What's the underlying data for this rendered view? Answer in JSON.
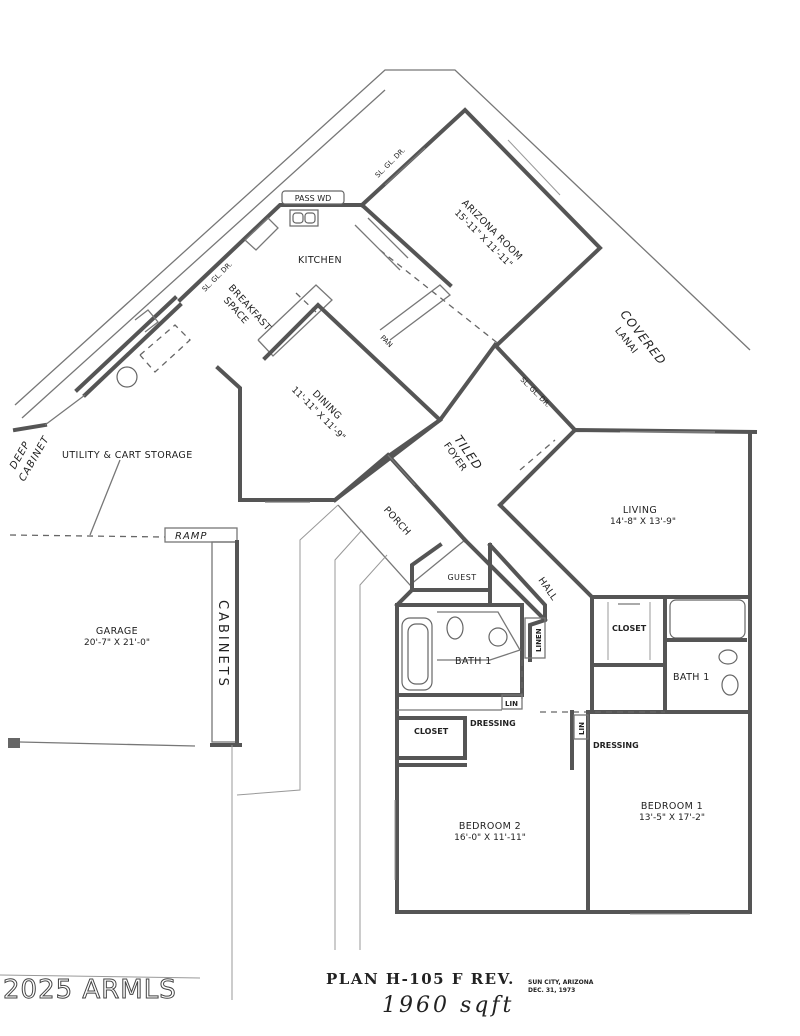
{
  "plan": {
    "title": "PLAN  H-105 F REV.",
    "location": "SUN CITY, ARIZONA",
    "date": "DEC. 31, 1973",
    "area_note": "1960 sqft",
    "watermark": "2025 ARMLS"
  },
  "rooms": {
    "arizona_room": {
      "name": "ARIZONA ROOM",
      "size": "15'-11\" X 11'-11\""
    },
    "kitchen": {
      "name": "KITCHEN"
    },
    "pass_wd": {
      "name": "PASS WD"
    },
    "breakfast": {
      "name_line1": "BREAKFAST",
      "name_line2": "SPACE"
    },
    "dining": {
      "name": "DINING",
      "size": "11'-11\" X 11'-9\""
    },
    "covered_lanai": {
      "name_line1": "COVERED",
      "name_line2": "LANAI"
    },
    "tiled_foyer": {
      "name_line1": "TILED",
      "name_line2": "FOYER"
    },
    "porch": {
      "name": "PORCH"
    },
    "living": {
      "name": "LIVING",
      "size": "14'-8\" X 13'-9\""
    },
    "utility": {
      "name": "UTILITY & CART STORAGE"
    },
    "deep_cabinet": {
      "name_line1": "DEEP",
      "name_line2": "CABINET"
    },
    "ramp": {
      "name": "RAMP"
    },
    "garage": {
      "name": "GARAGE",
      "size": "20'-7\" X 21'-0\""
    },
    "cabinets": {
      "name": "CABINETS"
    },
    "guest": {
      "name": "GUEST"
    },
    "hall": {
      "name": "HALL"
    },
    "linen": {
      "name": "LINEN"
    },
    "bath_left": {
      "name": "BATH 1"
    },
    "bath_right": {
      "name": "BATH 1"
    },
    "closet_right": {
      "name": "CLOSET"
    },
    "closet_left": {
      "name": "CLOSET"
    },
    "dressing_left": {
      "name": "DRESSING"
    },
    "dressing_right": {
      "name": "DRESSING"
    },
    "lin_left": {
      "name": "LIN"
    },
    "lin_right": {
      "name": "LIN"
    },
    "bedroom2": {
      "name": "BEDROOM 2",
      "size": "16'-0\" X 11'-11\""
    },
    "bedroom1": {
      "name": "BEDROOM 1",
      "size": "13'-5\" X 17'-2\""
    }
  },
  "doors": {
    "sgd_arizona": "SL. GL. DR.",
    "sgd_breakfast": "SL. GL. DR.",
    "sgd_foyer": "SL. GL. DR.",
    "pan": "PAN"
  }
}
